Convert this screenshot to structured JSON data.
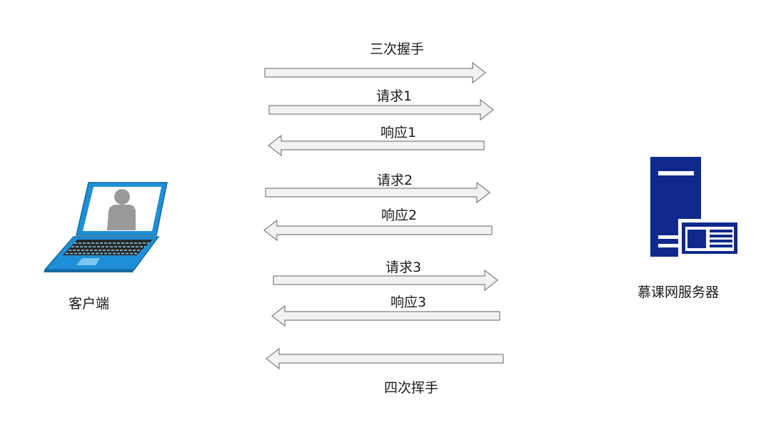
{
  "client": {
    "label": "客户端"
  },
  "server": {
    "label": "慕课网服务器"
  },
  "colors": {
    "arrow_fill": "#f2f2f2",
    "arrow_stroke": "#7f7f7f",
    "laptop_blue": "#1e8fd6",
    "server_blue": "#0f2a8c"
  },
  "messages": [
    {
      "label": "三次握手",
      "direction": "to-server"
    },
    {
      "label": "请求1",
      "direction": "to-server"
    },
    {
      "label": "响应1",
      "direction": "to-client"
    },
    {
      "label": "请求2",
      "direction": "to-server"
    },
    {
      "label": "响应2",
      "direction": "to-client"
    },
    {
      "label": "请求3",
      "direction": "to-server"
    },
    {
      "label": "响应3",
      "direction": "to-client"
    },
    {
      "label": "四次挥手",
      "direction": "to-client"
    }
  ]
}
